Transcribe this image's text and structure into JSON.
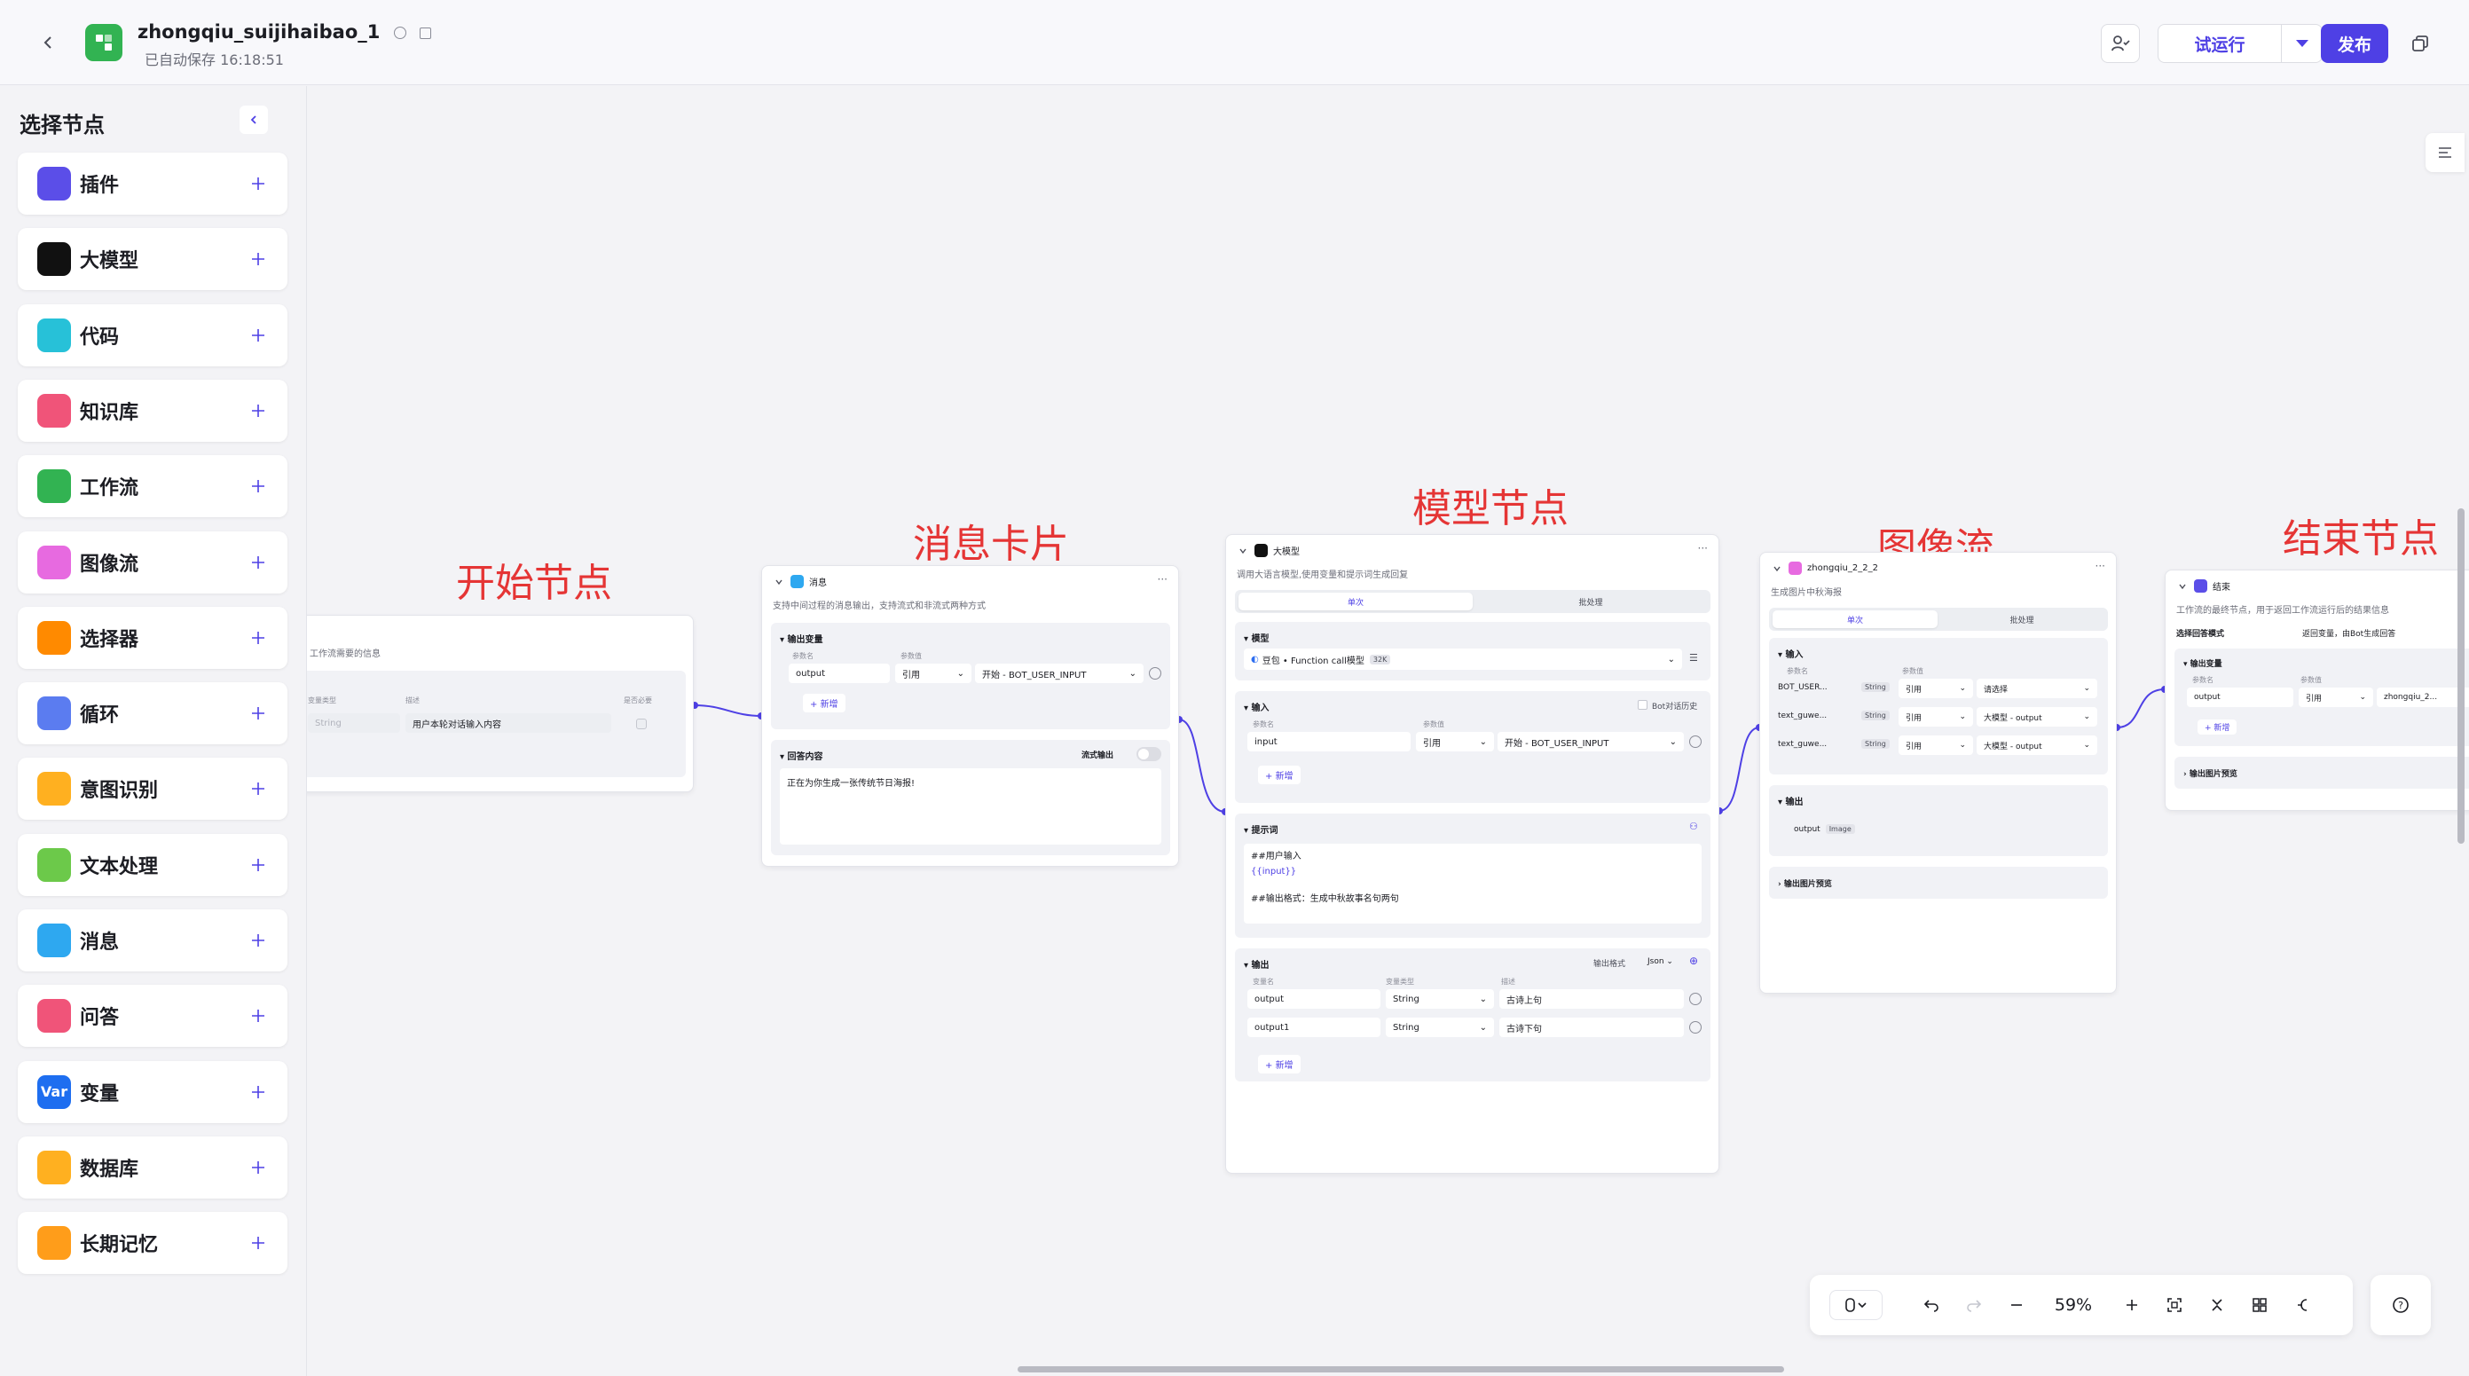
{
  "header": {
    "title": "zhongqiu_suijihaibao_1",
    "saved": "已自动保存 16:18:51",
    "trial_run": "试运行",
    "publish": "发布"
  },
  "sidebar": {
    "title": "选择节点",
    "items": [
      {
        "label": "插件",
        "icon": "plugin-icon",
        "color": "#5b4ee8"
      },
      {
        "label": "大模型",
        "icon": "llm-icon",
        "color": "#111111"
      },
      {
        "label": "代码",
        "icon": "code-icon",
        "color": "#27c1d8"
      },
      {
        "label": "知识库",
        "icon": "knowledge-icon",
        "color": "#f05479"
      },
      {
        "label": "工作流",
        "icon": "workflow-icon",
        "color": "#32b352"
      },
      {
        "label": "图像流",
        "icon": "imageflow-icon",
        "color": "#e76ae0"
      },
      {
        "label": "选择器",
        "icon": "selector-icon",
        "color": "#ff8a00"
      },
      {
        "label": "循环",
        "icon": "loop-icon",
        "color": "#5b7cf0"
      },
      {
        "label": "意图识别",
        "icon": "intent-icon",
        "color": "#ffb020"
      },
      {
        "label": "文本处理",
        "icon": "text-icon",
        "color": "#6cc94a"
      },
      {
        "label": "消息",
        "icon": "message-icon",
        "color": "#2ea8f0"
      },
      {
        "label": "问答",
        "icon": "qa-icon",
        "color": "#f05479"
      },
      {
        "label": "变量",
        "icon": "variable-icon",
        "color": "#1e6ef0",
        "badge": "Var"
      },
      {
        "label": "数据库",
        "icon": "database-icon",
        "color": "#ffb020"
      },
      {
        "label": "长期记忆",
        "icon": "memory-icon",
        "color": "#ff9d1a"
      }
    ]
  },
  "annotations": {
    "start": "开始节点",
    "message": "消息卡片",
    "model": "模型节点",
    "imageflow": "图像流",
    "end": "结束节点"
  },
  "start_node": {
    "desc": "工作流需要的信息",
    "col_type": "变量类型",
    "col_desc": "描述",
    "col_req": "是否必要",
    "type_value": "String",
    "desc_value": "用户本轮对话输入内容"
  },
  "message_node": {
    "title": "消息",
    "desc": "支持中间过程的消息输出，支持流式和非流式两种方式",
    "output_vars": "输出变量",
    "col_name": "参数名",
    "col_value": "参数值",
    "var_name": "output",
    "ref": "引用",
    "ref_value": "开始 - BOT_USER_INPUT",
    "add": "新增",
    "reply_content": "回答内容",
    "stream_output": "流式输出",
    "reply_text": "正在为你生成一张传统节日海报!"
  },
  "model_node": {
    "title": "大模型",
    "desc": "调用大语言模型,使用变量和提示词生成回复",
    "tab_single": "单次",
    "tab_batch": "批处理",
    "model_label": "模型",
    "model_value": "豆包 • Function call模型",
    "model_tag": "32K",
    "input_label": "输入",
    "bot_history": "Bot对话历史",
    "col_name": "参数名",
    "col_value": "参数值",
    "input_var": "input",
    "ref": "引用",
    "input_ref": "开始 - BOT_USER_INPUT",
    "add": "新增",
    "prompt_label": "提示词",
    "prompt_line1": "##用户输入",
    "prompt_line2": "{{input}}",
    "prompt_line3": "##输出格式：生成中秋故事名句两句",
    "output_label": "输出",
    "output_format_label": "输出格式",
    "output_format": "Json",
    "col_var": "变量名",
    "col_type": "变量类型",
    "col_desc": "描述",
    "outputs": [
      {
        "name": "output",
        "type": "String",
        "desc": "古诗上句"
      },
      {
        "name": "output1",
        "type": "String",
        "desc": "古诗下句"
      }
    ]
  },
  "image_node": {
    "title": "zhongqiu_2_2_2",
    "desc": "生成图片中秋海报",
    "tab_single": "单次",
    "tab_batch": "批处理",
    "input_label": "输入",
    "col_name": "参数名",
    "col_value": "参数值",
    "inputs": [
      {
        "name": "BOT_USER...",
        "type": "String",
        "ref": "引用",
        "value": "请选择"
      },
      {
        "name": "text_guwe...",
        "type": "String",
        "ref": "引用",
        "value": "大模型 - output"
      },
      {
        "name": "text_guwe...",
        "type": "String",
        "ref": "引用",
        "value": "大模型 - output"
      }
    ],
    "output_label": "输出",
    "output_var": "output",
    "output_type": "Image",
    "preview": "输出图片预览"
  },
  "end_node": {
    "title": "结束",
    "desc": "工作流的最终节点，用于返回工作流运行后的结果信息",
    "mode_label": "选择回答模式",
    "mode_value": "返回变量，由Bot生成回答",
    "output_vars": "输出变量",
    "col_name": "参数名",
    "col_value": "参数值",
    "var_name": "output",
    "ref": "引用",
    "ref_value": "zhongqiu_2...",
    "add": "新增",
    "preview": "输出图片预览"
  },
  "toolbar": {
    "zoom": "59%"
  }
}
